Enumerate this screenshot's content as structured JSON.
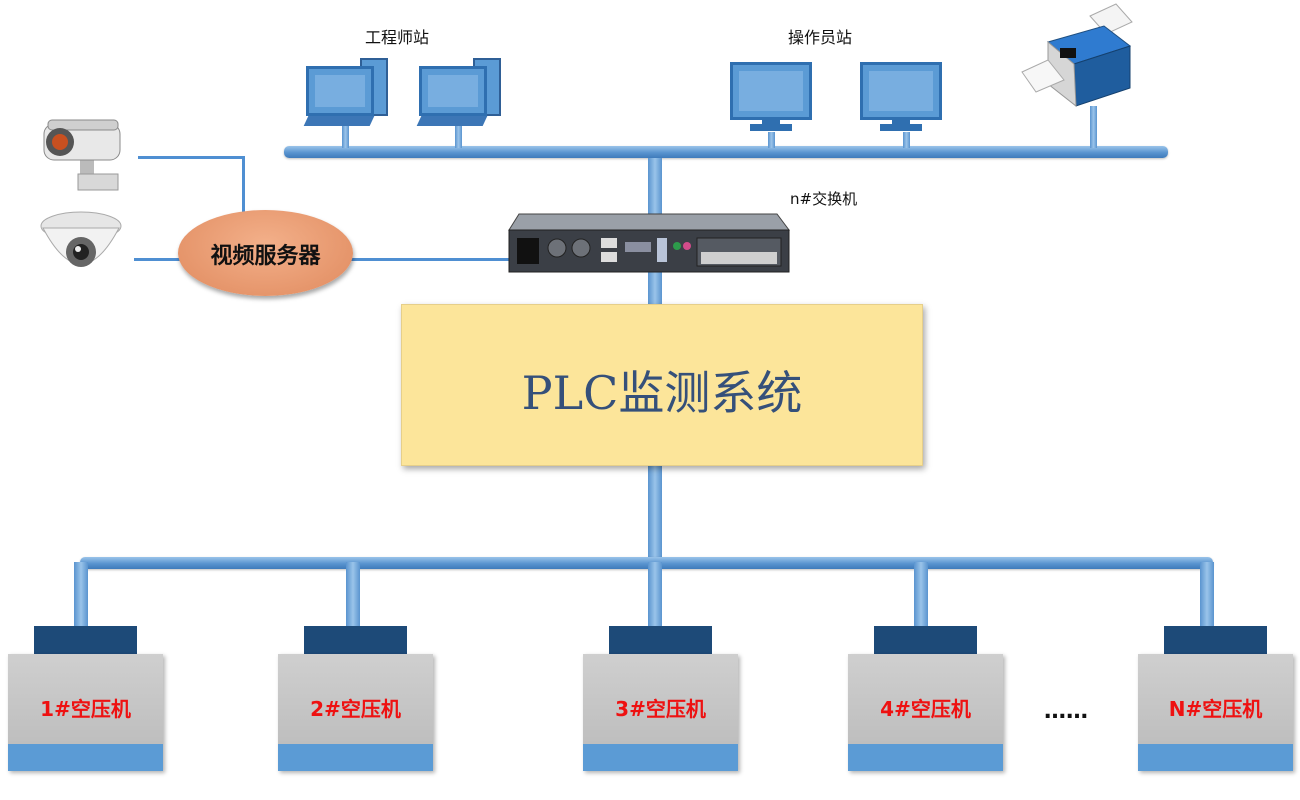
{
  "labels": {
    "engineer_station": "工程师站",
    "operator_station": "操作员站",
    "switch": "n#交换机",
    "video_server": "视频服务器",
    "plc_system": "PLC监测系统",
    "ellipsis": "……"
  },
  "compressors": [
    {
      "name": "1#空压机"
    },
    {
      "name": "2#空压机"
    },
    {
      "name": "3#空压机"
    },
    {
      "name": "4#空压机"
    },
    {
      "name": "N#空压机"
    }
  ],
  "colors": {
    "bus": "#5b9bd5",
    "plc_box": "#fce59a",
    "video_server": "#e8956a",
    "compressor_label": "#ee1111",
    "compressor_top": "#1d4a78"
  },
  "icons": [
    "desktop-computer-icon",
    "monitor-icon",
    "printer-icon",
    "bullet-camera-icon",
    "dome-camera-icon",
    "rack-switch-icon"
  ]
}
